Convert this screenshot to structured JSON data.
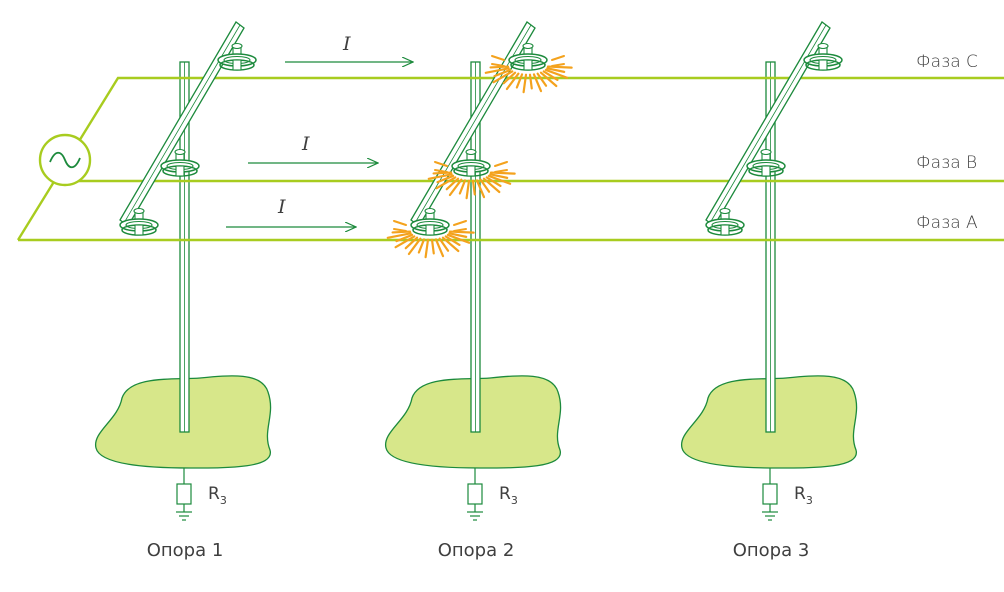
{
  "colors": {
    "wire": "#a8cc1f",
    "structure": "#1c8a3c",
    "ground": "#d7e78a",
    "discharge": "#f4a21d",
    "text": "#3f3f3f"
  },
  "phases": [
    {
      "label": "Фаза C"
    },
    {
      "label": "Фаза B"
    },
    {
      "label": "Фаза A"
    }
  ],
  "source": {
    "symbol": "~",
    "icon": "ac-source-icon"
  },
  "current": {
    "label": "I",
    "direction": "right"
  },
  "poles": [
    {
      "label": "Опора 1",
      "resistor": {
        "main": "R",
        "sub": "3"
      },
      "discharge_insulators": []
    },
    {
      "label": "Опора 2",
      "resistor": {
        "main": "R",
        "sub": "3"
      },
      "discharge_insulators": [
        "C",
        "B",
        "A"
      ]
    },
    {
      "label": "Опора 3",
      "resistor": {
        "main": "R",
        "sub": "3"
      },
      "discharge_insulators": []
    }
  ]
}
